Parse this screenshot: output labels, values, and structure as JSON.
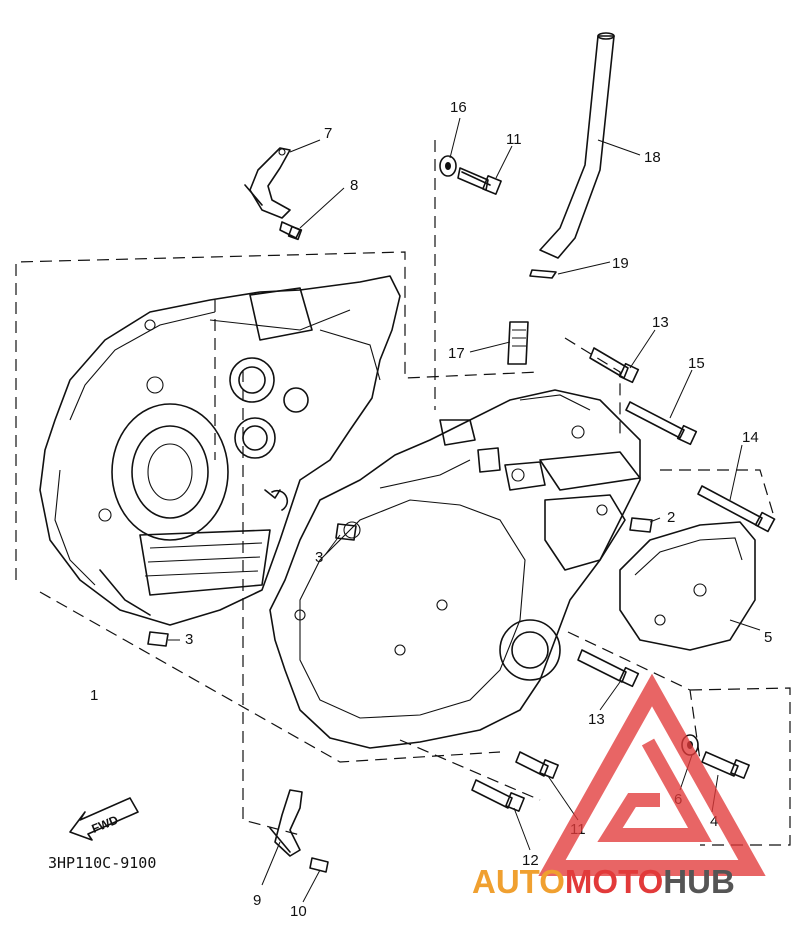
{
  "diagram": {
    "part_code": "3HP110C-9100",
    "fwd_label": "FWD",
    "callouts": [
      {
        "id": "c1",
        "text": "1"
      },
      {
        "id": "c2",
        "text": "2"
      },
      {
        "id": "c3a",
        "text": "3"
      },
      {
        "id": "c3b",
        "text": "3"
      },
      {
        "id": "c4",
        "text": "4"
      },
      {
        "id": "c5",
        "text": "5"
      },
      {
        "id": "c6",
        "text": "6"
      },
      {
        "id": "c7",
        "text": "7"
      },
      {
        "id": "c8",
        "text": "8"
      },
      {
        "id": "c9",
        "text": "9"
      },
      {
        "id": "c10",
        "text": "10"
      },
      {
        "id": "c11a",
        "text": "11"
      },
      {
        "id": "c11b",
        "text": "11"
      },
      {
        "id": "c12",
        "text": "12"
      },
      {
        "id": "c13a",
        "text": "13"
      },
      {
        "id": "c13b",
        "text": "13"
      },
      {
        "id": "c14",
        "text": "14"
      },
      {
        "id": "c15",
        "text": "15"
      },
      {
        "id": "c16",
        "text": "16"
      },
      {
        "id": "c17",
        "text": "17"
      },
      {
        "id": "c18",
        "text": "18"
      },
      {
        "id": "c19",
        "text": "19"
      }
    ]
  },
  "watermark": {
    "brand_part1": "AUTO",
    "brand_part2": "MOTO",
    "brand_part3": "HUB",
    "color_red": "#e23a3a",
    "color_orange": "#f0a030",
    "color_grey": "#555555"
  }
}
